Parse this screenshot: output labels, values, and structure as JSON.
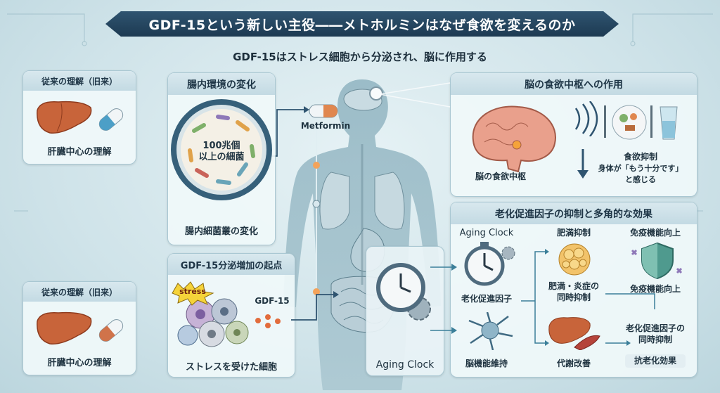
{
  "header": {
    "title": "GDF-15という新しい主役――メトホルミンはなぜ食欲を変えるのか",
    "subtitle": "GDF-15はストレス細胞から分泌され、脳に作用する"
  },
  "left_panels": [
    {
      "title": "従来の理解（旧来）",
      "caption": "肝臓中心の理解"
    },
    {
      "title": "従来の理解（旧来）",
      "caption": "肝臓中心の理解"
    }
  ],
  "gut_panel": {
    "title": "腸内環境の変化",
    "bacteria_label": "100兆個\n以上の細菌",
    "caption": "腸内細菌叢の変化"
  },
  "metformin_label": "Metformin",
  "gdf_panel": {
    "title": "GDF-15分泌増加の起点",
    "stress_label": "stress",
    "gdf_label": "GDF-15",
    "caption": "ストレスを受けた細胞"
  },
  "aging_clock_center": "Aging Clock",
  "brain_panel": {
    "title": "脳の食欲中枢への作用",
    "center_label": "脳の食欲中枢",
    "effect_title": "食欲抑制",
    "effect_line2": "身体が「もう十分です」",
    "effect_line3": "と感じる"
  },
  "effects_panel": {
    "title": "老化促進因子の抑制と多角的な効果",
    "aging_clock": "Aging Clock",
    "aging_factor": "老化促進因子",
    "brain_function": "脳機能維持",
    "obesity_title": "肥満抑制",
    "obesity_caption_1": "肥満・炎症の",
    "obesity_caption_2": "同時抑制",
    "metabolism": "代謝改善",
    "immune_title": "免疫機能向上",
    "immune_caption": "免疫機能向上",
    "aging_suppress_1": "老化促進因子の",
    "aging_suppress_2": "同時抑制",
    "anti_aging": "抗老化効果"
  },
  "colors": {
    "banner": "#1d3a52",
    "accent_teal": "#3b7f99",
    "liver": "#c8643a",
    "brain": "#e48a7c"
  }
}
